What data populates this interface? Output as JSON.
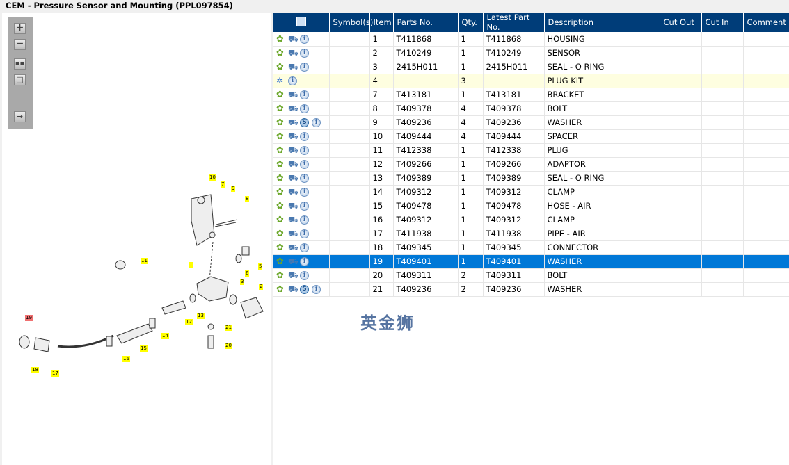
{
  "title": "CEM - Pressure Sensor and Mounting (PPL097854)",
  "watermark": "英金狮",
  "toolbar": {
    "zoom_in": "+",
    "zoom_out": "−"
  },
  "table": {
    "headers": {
      "symbols": "Symbol(s)",
      "item": "Item",
      "parts_no": "Parts No.",
      "qty": "Qty.",
      "latest": "Latest Part No.",
      "description": "Description",
      "cut_out": "Cut Out",
      "cut_in": "Cut In",
      "comment": "Comment"
    },
    "rows": [
      {
        "item": "1",
        "parts_no": "T411868",
        "qty": "1",
        "latest": "T411868",
        "description": "HOUSING",
        "icons": [
          "gear",
          "cart",
          "info"
        ]
      },
      {
        "item": "2",
        "parts_no": "T410249",
        "qty": "1",
        "latest": "T410249",
        "description": "SENSOR",
        "icons": [
          "gear",
          "cart",
          "info"
        ]
      },
      {
        "item": "3",
        "parts_no": "2415H011",
        "qty": "1",
        "latest": "2415H011",
        "description": "SEAL - O RING",
        "icons": [
          "gear",
          "cart",
          "info"
        ]
      },
      {
        "item": "4",
        "parts_no": "",
        "qty": "3",
        "latest": "",
        "description": "PLUG KIT",
        "icons": [
          "gears",
          "info"
        ],
        "kit": true
      },
      {
        "item": "7",
        "parts_no": "T413181",
        "qty": "1",
        "latest": "T413181",
        "description": "BRACKET",
        "icons": [
          "gear",
          "cart",
          "info"
        ]
      },
      {
        "item": "8",
        "parts_no": "T409378",
        "qty": "4",
        "latest": "T409378",
        "description": "BOLT",
        "icons": [
          "gear",
          "cart",
          "info"
        ]
      },
      {
        "item": "9",
        "parts_no": "T409236",
        "qty": "4",
        "latest": "T409236",
        "description": "WASHER",
        "icons": [
          "gear",
          "cart",
          "s",
          "info"
        ]
      },
      {
        "item": "10",
        "parts_no": "T409444",
        "qty": "4",
        "latest": "T409444",
        "description": "SPACER",
        "icons": [
          "gear",
          "cart",
          "info"
        ]
      },
      {
        "item": "11",
        "parts_no": "T412338",
        "qty": "1",
        "latest": "T412338",
        "description": "PLUG",
        "icons": [
          "gear",
          "cart",
          "info"
        ]
      },
      {
        "item": "12",
        "parts_no": "T409266",
        "qty": "1",
        "latest": "T409266",
        "description": "ADAPTOR",
        "icons": [
          "gear",
          "cart",
          "info"
        ]
      },
      {
        "item": "13",
        "parts_no": "T409389",
        "qty": "1",
        "latest": "T409389",
        "description": "SEAL - O RING",
        "icons": [
          "gear",
          "cart",
          "info"
        ]
      },
      {
        "item": "14",
        "parts_no": "T409312",
        "qty": "1",
        "latest": "T409312",
        "description": "CLAMP",
        "icons": [
          "gear",
          "cart",
          "info"
        ]
      },
      {
        "item": "15",
        "parts_no": "T409478",
        "qty": "1",
        "latest": "T409478",
        "description": "HOSE - AIR",
        "icons": [
          "gear",
          "cart",
          "info"
        ]
      },
      {
        "item": "16",
        "parts_no": "T409312",
        "qty": "1",
        "latest": "T409312",
        "description": "CLAMP",
        "icons": [
          "gear",
          "cart",
          "info"
        ]
      },
      {
        "item": "17",
        "parts_no": "T411938",
        "qty": "1",
        "latest": "T411938",
        "description": "PIPE - AIR",
        "icons": [
          "gear",
          "cart",
          "info"
        ]
      },
      {
        "item": "18",
        "parts_no": "T409345",
        "qty": "1",
        "latest": "T409345",
        "description": "CONNECTOR",
        "icons": [
          "gear",
          "cart",
          "info"
        ]
      },
      {
        "item": "19",
        "parts_no": "T409401",
        "qty": "1",
        "latest": "T409401",
        "description": "WASHER",
        "icons": [
          "gear",
          "cart",
          "info"
        ],
        "selected": true
      },
      {
        "item": "20",
        "parts_no": "T409311",
        "qty": "2",
        "latest": "T409311",
        "description": "BOLT",
        "icons": [
          "gear",
          "cart",
          "info"
        ]
      },
      {
        "item": "21",
        "parts_no": "T409236",
        "qty": "2",
        "latest": "T409236",
        "description": "WASHER",
        "icons": [
          "gear",
          "cart",
          "s",
          "info"
        ]
      }
    ]
  },
  "diagram_labels": [
    "10",
    "7",
    "9",
    "8",
    "11",
    "1",
    "6",
    "5",
    "3",
    "2",
    "13",
    "21",
    "12",
    "14",
    "15",
    "16",
    "17",
    "18",
    "19",
    "20"
  ],
  "colors": {
    "header": "#003d79",
    "selected": "#0078d7",
    "label": "#ffff00",
    "label_selected": "#f07070"
  }
}
